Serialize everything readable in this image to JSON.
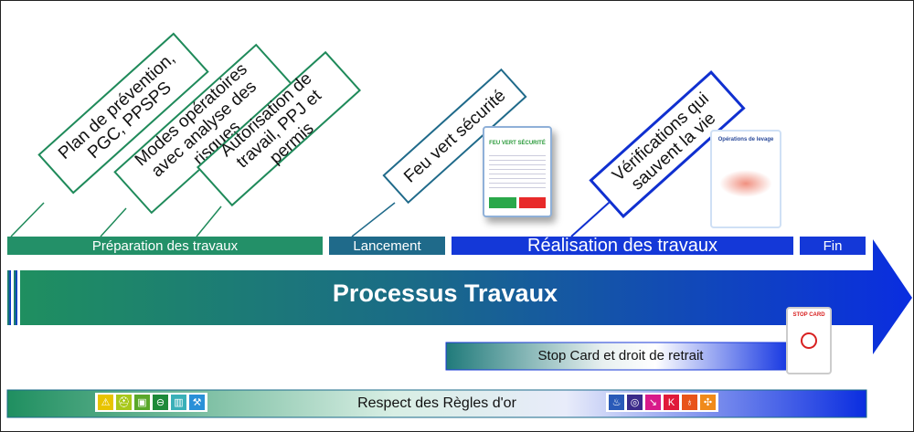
{
  "callouts": [
    {
      "text": "Plan de prévention, PGC, PPSPS",
      "color": "#1f8a5a"
    },
    {
      "text": "Modes opératoires avec analyse des risques",
      "color": "#1f8a5a"
    },
    {
      "text": "Autorisation de travail, PPJ et permis",
      "color": "#1f8a5a"
    },
    {
      "text": "Feu vert sécurité",
      "color": "#1f6a8a"
    },
    {
      "text": "Vérifications qui sauvent la vie",
      "color": "#1030d0"
    }
  ],
  "stages": [
    {
      "label": "Préparation des travaux",
      "color": "#239068"
    },
    {
      "label": "Lancement",
      "color": "#1f6a8a"
    },
    {
      "label": "Réalisation des travaux",
      "color": "#1438d8"
    },
    {
      "label": "Fin",
      "color": "#1438d8"
    }
  ],
  "arrow": {
    "label": "Processus Travaux"
  },
  "cards": {
    "feu_vert": "FEU VERT SÉCURITÉ",
    "operations": "Opérations de levage",
    "stop": "STOP CARD"
  },
  "stop_bar": {
    "label": "Stop Card et droit de retrait"
  },
  "rules_bar": {
    "label": "Respect des Règles d'or"
  },
  "rule_icons_left": [
    {
      "name": "warning-icon",
      "glyph": "⚠",
      "color": "#e8c400"
    },
    {
      "name": "hardhat-icon",
      "glyph": "⛑",
      "color": "#a8c81a"
    },
    {
      "name": "vehicle-icon",
      "glyph": "▣",
      "color": "#5aa82a"
    },
    {
      "name": "lock-icon",
      "glyph": "⊖",
      "color": "#1e8a3a"
    },
    {
      "name": "building-icon",
      "glyph": "▥",
      "color": "#3ab0b8"
    },
    {
      "name": "excavation-icon",
      "glyph": "⚒",
      "color": "#2a90d8"
    }
  ],
  "rule_icons_right": [
    {
      "name": "flame-icon",
      "glyph": "♨",
      "color": "#2a5ab8"
    },
    {
      "name": "valve-icon",
      "glyph": "◎",
      "color": "#3a2a8a"
    },
    {
      "name": "fall-icon",
      "glyph": "↘",
      "color": "#d81a8a"
    },
    {
      "name": "crane-icon",
      "glyph": "K",
      "color": "#e01a3a"
    },
    {
      "name": "fire-icon",
      "glyph": "♁",
      "color": "#e8541a"
    },
    {
      "name": "confined-space-icon",
      "glyph": "✣",
      "color": "#f08a1a"
    }
  ]
}
